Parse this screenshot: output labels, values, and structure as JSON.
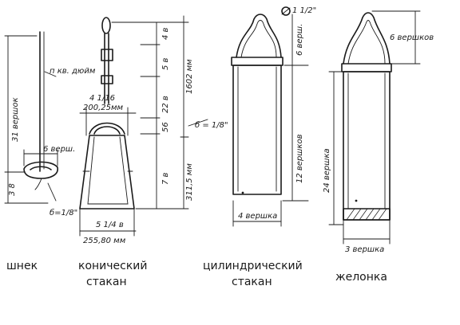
{
  "captions": {
    "auger": "шнек",
    "conical_1": "конический",
    "conical_2": "стакан",
    "cylindrical_1": "цилиндрический",
    "cylindrical_2": "стакан",
    "bailer": "желонка"
  },
  "auger": {
    "height": "31 вершок",
    "rod": "п кв. дюйм",
    "width": "6 верш.",
    "blade_h": "3 8",
    "thickness": "б=1/8\""
  },
  "conical": {
    "top_width_1": "4 1/16",
    "top_width_2": "200,25мм",
    "bottom_width_1": "5 1/4 в",
    "bottom_width_2": "255,80 мм",
    "dim_4v": "4 в",
    "dim_5v": "5 в",
    "dim_22v": "22 в",
    "dim_56": "56",
    "dim_7v": "7 в",
    "total_1": "1602 мм",
    "total_2": "311,5 мм",
    "thickness": "б = 1/8\""
  },
  "cylindrical": {
    "pipe": "1 1/2\"",
    "top": "6 верш.",
    "height": "12 вершков",
    "width": "4 вершка"
  },
  "bailer": {
    "top": "6 вершков",
    "height": "24 вершка",
    "width": "3 вершка"
  }
}
